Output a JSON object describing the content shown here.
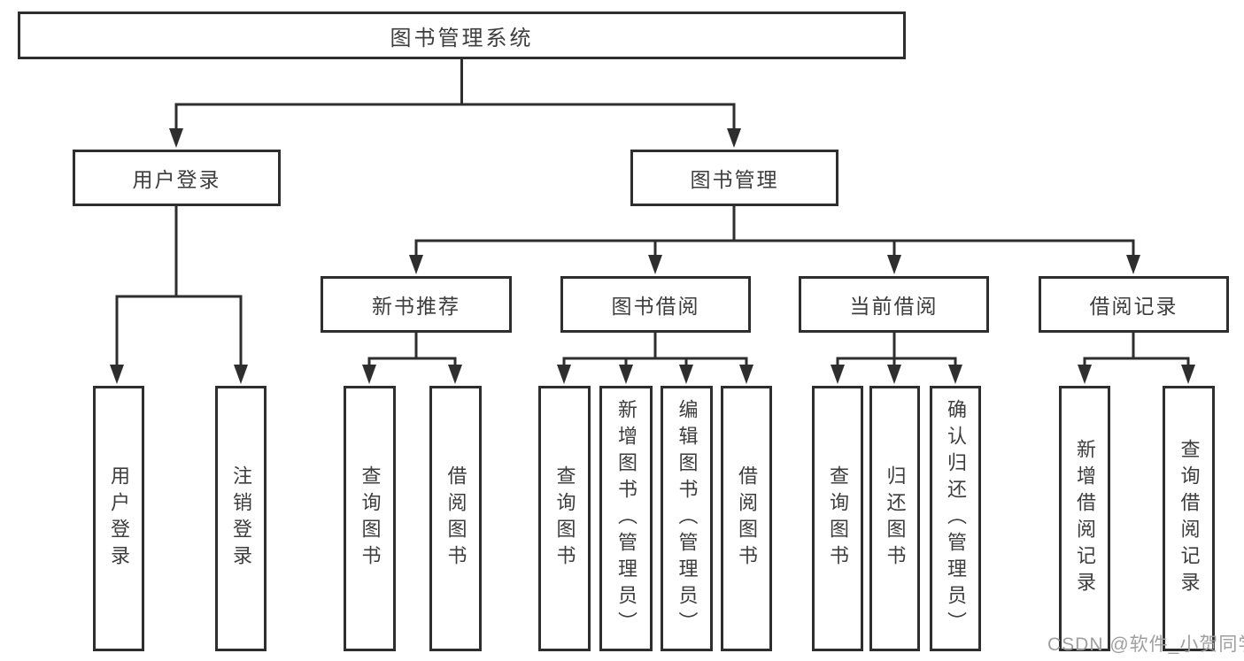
{
  "diagram_title": "图书管理系统",
  "nodes": {
    "root": "图书管理系统",
    "user_login": "用户登录",
    "book_mgmt": "图书管理",
    "new_book_rec": "新书推荐",
    "book_borrow": "图书借阅",
    "current_borrow": "当前借阅",
    "borrow_records": "借阅记录",
    "leaf_user_login": "用户登录",
    "leaf_logout": "注销登录",
    "leaf_query_books_1": "查询图书",
    "leaf_borrow_books_1": "借阅图书",
    "leaf_query_books_2": "查询图书",
    "leaf_add_books": "新增图书（管理员）",
    "leaf_edit_books": "编辑图书（管理员）",
    "leaf_borrow_books_2": "借阅图书",
    "leaf_query_books_3": "查询图书",
    "leaf_return_books": "归还图书",
    "leaf_confirm_return": "确认归还（管理员）",
    "leaf_add_borrow_record": "新增借阅记录",
    "leaf_query_borrow_record": "查询借阅记录"
  },
  "hierarchy": {
    "图书管理系统": {
      "用户登录": [
        "用户登录",
        "注销登录"
      ],
      "图书管理": {
        "新书推荐": [
          "查询图书",
          "借阅图书"
        ],
        "图书借阅": [
          "查询图书",
          "新增图书（管理员）",
          "编辑图书（管理员）",
          "借阅图书"
        ],
        "当前借阅": [
          "查询图书",
          "归还图书",
          "确认归还（管理员）"
        ],
        "借阅记录": [
          "新增借阅记录",
          "查询借阅记录"
        ]
      }
    }
  },
  "colors": {
    "line": "#2e2e2e",
    "text": "#3d3d3d",
    "watermark": "#9f9f9f",
    "background": "#ffffff"
  },
  "watermark": {
    "text": "CSDN @软件_小贺同学"
  }
}
